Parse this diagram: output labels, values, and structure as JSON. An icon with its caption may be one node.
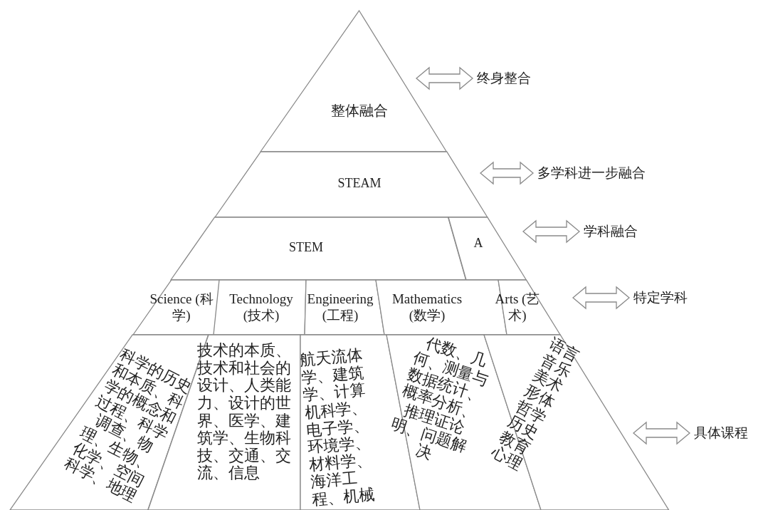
{
  "diagram": {
    "nodes": [
      {
        "text": [
          "整体融合"
        ]
      },
      {
        "text": [
          "STEAM"
        ]
      },
      {
        "text": [
          "STEM"
        ]
      },
      {
        "text": [
          "A"
        ]
      },
      {
        "text": [
          "Science (科学)"
        ]
      },
      {
        "text": [
          "Technology (技术)"
        ]
      },
      {
        "text": [
          "Engineering (工程)"
        ]
      },
      {
        "text": [
          "Mathematics (数学)"
        ]
      },
      {
        "text": [
          "Arts (艺术)"
        ]
      },
      {
        "text": [
          "科学的历史和本质、科学的概念和过程、科学调查、物理、生物、化学、空间科学、地理"
        ]
      },
      {
        "text": [
          "技术的本质、技术和社会的设计、人类能力、设计的世界、医学、建筑学、生物科技、交通、交流、信息"
        ]
      },
      {
        "text": [
          "航天流体学、建筑学、计算机科学、电子学、环境学、材料学、海洋工程、机械"
        ]
      },
      {
        "text": [
          "代数、几何、测量与数据统计、概率分析、推理证论明、问题解决"
        ]
      },
      {
        "text": [
          "语言音乐美术形体哲学历史教育心理"
        ]
      },
      {
        "text": [
          "终身整合"
        ]
      },
      {
        "text": [
          "多学科进一步融合"
        ]
      },
      {
        "text": [
          "学科融合"
        ]
      },
      {
        "text": [
          "特定学科"
        ]
      },
      {
        "text": [
          "具体课程"
        ]
      }
    ],
    "edges": [
      {
        "from": 0,
        "to": 14,
        "arrow": "both"
      },
      {
        "from": 1,
        "to": 15,
        "arrow": "both"
      },
      {
        "from": 3,
        "to": 16,
        "arrow": "both"
      },
      {
        "from": 8,
        "to": 17,
        "arrow": "both"
      },
      {
        "from": 13,
        "to": 18,
        "arrow": "both"
      }
    ]
  }
}
